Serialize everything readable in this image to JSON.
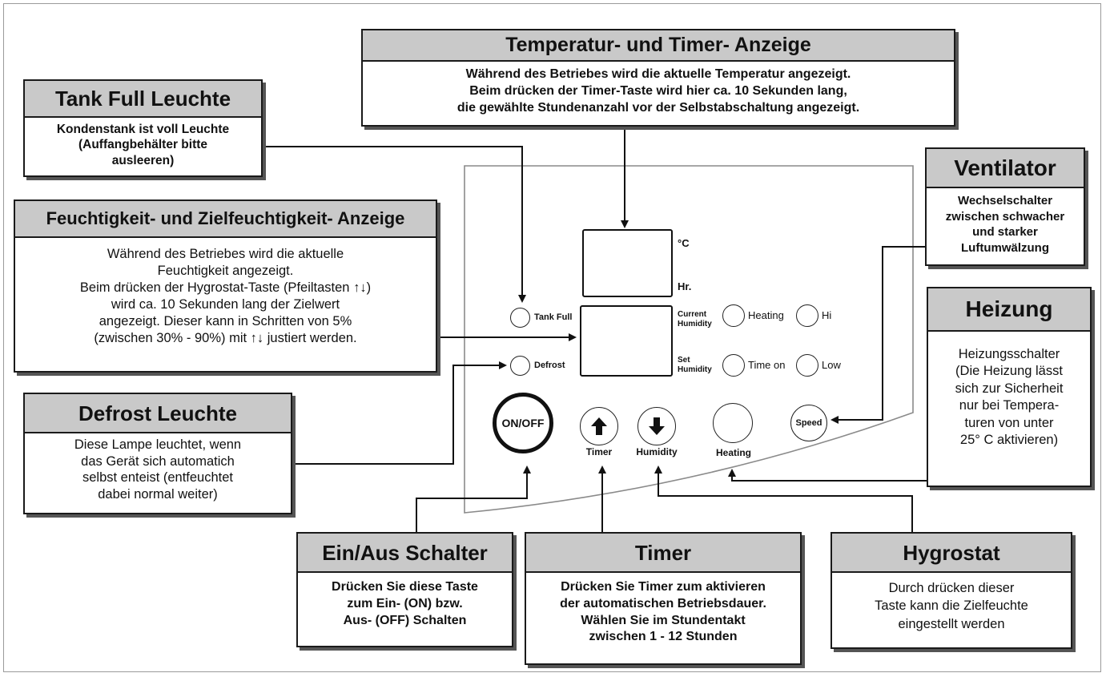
{
  "callouts": {
    "temp_timer": {
      "title": "Temperatur- und Timer- Anzeige",
      "text": "Während des Betriebes wird die aktuelle Temperatur angezeigt.\nBeim drücken der Timer-Taste wird hier ca. 10 Sekunden lang,\ndie gewählte Stundenanzahl vor der Selbstabschaltung angezeigt."
    },
    "tank_full": {
      "title": "Tank Full Leuchte",
      "text": "Kondenstank ist voll Leuchte\n(Auffangbehälter bitte\nausleeren)"
    },
    "humidity": {
      "title": "Feuchtigkeit- und Zielfeuchtigkeit- Anzeige",
      "text": "Während des Betriebes wird die aktuelle\nFeuchtigkeit angezeigt.\nBeim drücken der Hygrostat-Taste (Pfeiltasten ↑↓)\nwird ca. 10 Sekunden lang der Zielwert\nangezeigt. Dieser kann in Schritten von 5%\n(zwischen 30% - 90%) mit ↑↓ justiert werden."
    },
    "defrost": {
      "title": "Defrost Leuchte",
      "text": "Diese Lampe leuchtet, wenn\ndas Gerät sich automatich\nselbst enteist (entfeuchtet\ndabei normal weiter)"
    },
    "ventilator": {
      "title": "Ventilator",
      "text": "Wechselschalter\nzwischen schwacher\nund starker\nLuftumwälzung"
    },
    "heizung": {
      "title": "Heizung",
      "text": "Heizungsschalter\n(Die Heizung lässt\nsich zur Sicherheit\nnur bei Tempera-\nturen von unter\n25° C aktivieren)"
    },
    "onoff": {
      "title": "Ein/Aus Schalter",
      "text": "Drücken Sie diese Taste\nzum Ein- (ON) bzw.\nAus- (OFF) Schalten"
    },
    "timer": {
      "title": "Timer",
      "text": "Drücken Sie Timer zum aktivieren\nder automatischen Betriebsdauer.\nWählen Sie im Stundentakt\nzwischen 1 - 12 Stunden"
    },
    "hygrostat": {
      "title": "Hygrostat",
      "text": "Durch drücken dieser\nTaste kann die Zielfeuchte\neingestellt werden"
    }
  },
  "panel": {
    "unit_celsius": "°C",
    "unit_hours": "Hr.",
    "tank_full": "Tank Full",
    "defrost": "Defrost",
    "current_humidity": "Current\nHumidity",
    "set_humidity": "Set\nHumidity",
    "heating_led": "Heating",
    "time_on_led": "Time on",
    "hi": "Hi",
    "low": "Low",
    "onoff_button": "ON/OFF",
    "timer_button": "Timer",
    "humidity_button": "Humidity",
    "heating_button": "Heating",
    "speed_button": "Speed"
  }
}
